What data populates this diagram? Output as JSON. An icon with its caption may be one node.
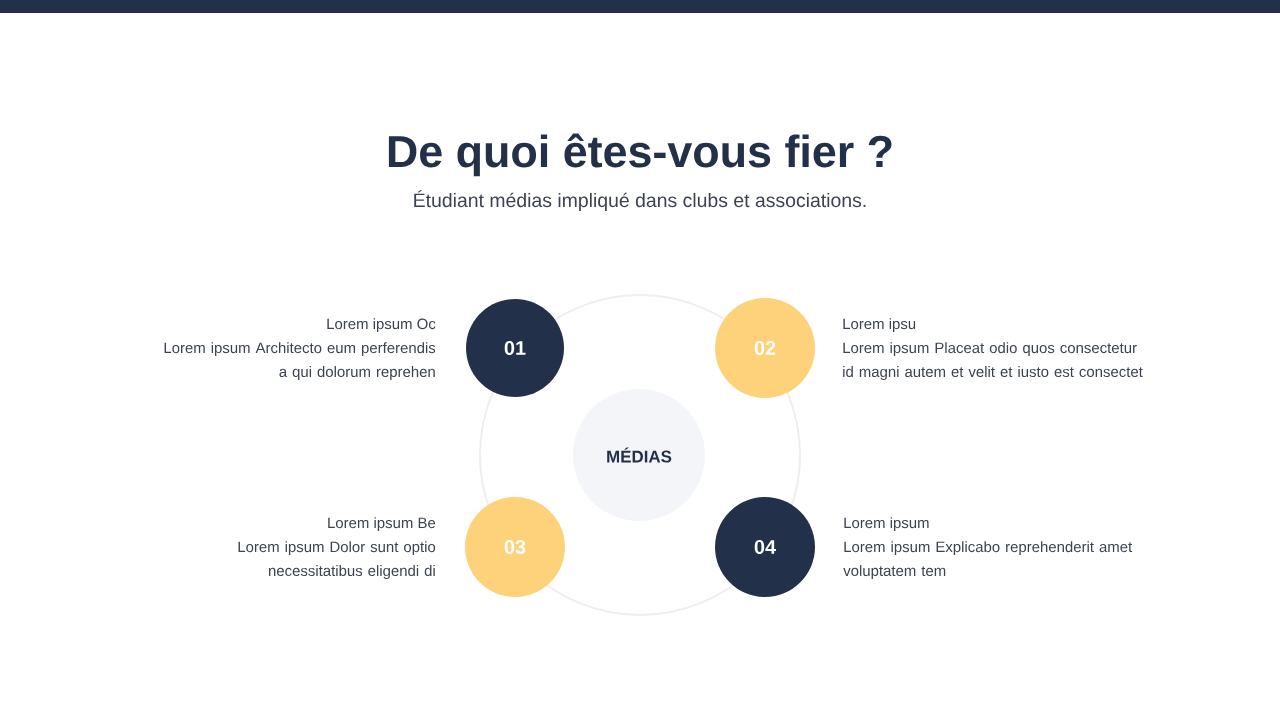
{
  "diagram": {
    "title": "De quoi êtes-vous fier ?",
    "caption": "Étudiant médias impliqué dans clubs et associations.",
    "nodes": [
      {
        "text": [
          "01"
        ],
        "beside": [
          "Lorem ipsum Oc",
          "Lorem ipsum Architecto eum perferendis a qui dolorum reprehen"
        ]
      },
      {
        "text": [
          "02"
        ],
        "beside": [
          "Lorem ipsu",
          "Lorem ipsum Placeat odio quos consectetur id magni autem et velit et iusto est consectet"
        ]
      },
      {
        "text": [
          "MÉDIAS"
        ]
      },
      {
        "text": [
          "03"
        ],
        "beside": [
          "Lorem ipsum Be",
          "Lorem ipsum Dolor sunt optio necessitatibus eligendi di"
        ]
      },
      {
        "text": [
          "04"
        ],
        "beside": [
          "Lorem ipsum",
          "Lorem ipsum Explicabo reprehenderit amet voluptatem tem"
        ]
      }
    ]
  }
}
